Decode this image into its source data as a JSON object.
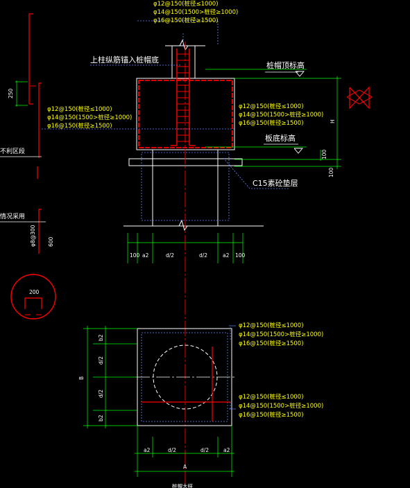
{
  "rebar_top": [
    "φ12@150(桩径≤1000)",
    "φ14@150(1500>桩径≥1000)",
    "φ16@150(桩径≥1500)"
  ],
  "rebar_cap": [
    "φ12@150(桩径≤1000)",
    "φ14@150(1500>桩径≥1000)",
    "φ16@150(桩径≥1500)"
  ],
  "rebar_plan_top": [
    "φ12@150(桩径≤1000)",
    "φ14@150(1500>桩径≥1000)",
    "φ16@150(桩径≥1500)"
  ],
  "rebar_plan_bottom": [
    "φ12@150(桩径≤1000)",
    "φ14@150(1500>桩径≥1000)",
    "φ16@150(桩径≥1500)"
  ],
  "labels": {
    "column_anchor": "上柱纵筋锚入桩帽底",
    "cap_top_elev": "桩帽顶标高",
    "slab_elev": "板底标高",
    "cushion": "C15素砼垫层",
    "left_a": "不利区段",
    "left_b": "情况采用",
    "tie_spec": "φ8@300",
    "dim_100": "100",
    "dim_h": "H",
    "dim_250": "250",
    "dim_600": "600",
    "dim_200": "200",
    "section_dims": [
      "100",
      "a2",
      "d/2",
      "d/2",
      "a2",
      "100"
    ],
    "plan_side": [
      "b2",
      "d/2",
      "d/2",
      "b2"
    ],
    "plan_b": "B",
    "plan_bottom": [
      "a2",
      "d/2",
      "d/2",
      "a2"
    ],
    "plan_a": "A",
    "caption": "桩帽大样"
  },
  "colors": {
    "background": "#000000",
    "rebar": "#ff0000",
    "dim": "#00ff00",
    "text": "#ffff00",
    "leader": "#6688ff"
  }
}
